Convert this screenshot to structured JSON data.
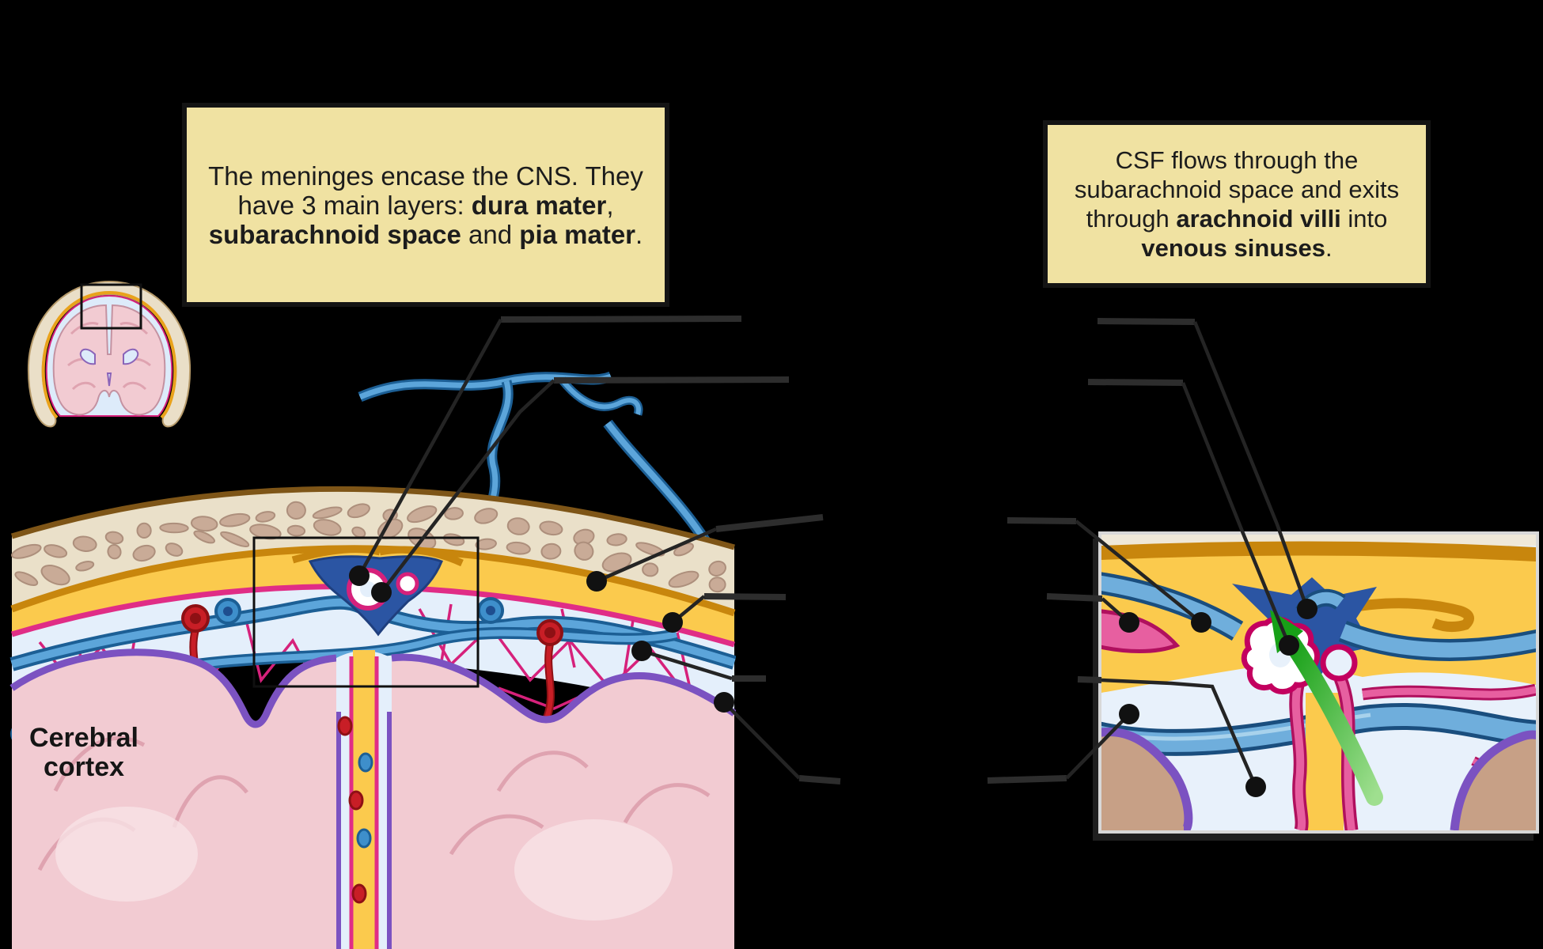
{
  "scene": {
    "background": "#000000"
  },
  "callouts": {
    "style": {
      "background": "#F0E2A2",
      "border": "#141414",
      "text_color": "#1C1C1C"
    },
    "meninges": {
      "segments": [
        {
          "t": "The meninges encase the CNS. They have 3 main layers: "
        },
        {
          "t": "dura mater",
          "b": true
        },
        {
          "t": ", "
        },
        {
          "t": "subarachnoid space",
          "b": true
        },
        {
          "t": " and "
        },
        {
          "t": "pia mater",
          "b": true
        },
        {
          "t": "."
        }
      ]
    },
    "csf": {
      "segments": [
        {
          "t": "CSF flows through the subarachnoid space and exits through "
        },
        {
          "t": "arachnoid villi",
          "b": true
        },
        {
          "t": " into "
        },
        {
          "t": "venous sinuses",
          "b": true
        },
        {
          "t": "."
        }
      ]
    }
  },
  "labels": {
    "cerebral_cortex_line1": "Cerebral",
    "cerebral_cortex_line2": "cortex"
  },
  "palette": {
    "skull": "#EAE0C9",
    "skull_line": "#7E5517",
    "trabecula": "#C9AB97",
    "trabecula_line": "#AD8F7C",
    "dura": "#FBCA4D",
    "dura_border": "#C8860D",
    "sinus": "#2B55A3",
    "arachnoid": "#E02D86",
    "csf_space": "#E4EFFB",
    "vein": "#5CA5DA",
    "vein_outline": "#1C5F95",
    "vein_highlight": "#A9D2EC",
    "artery": "#C81E26",
    "artery_outline": "#8E1014",
    "capillary": "#D6217B",
    "pia": "#7B52C1",
    "cortex_left": "#F2CBD2",
    "cortex_right": "#C7A086",
    "gyrus_line": "#DFA3B0",
    "csf_arrow_green": "#2DB52D",
    "leader_bar": "#2D2D2D",
    "leader_line": "#242424",
    "leader_dot": "#111111"
  }
}
